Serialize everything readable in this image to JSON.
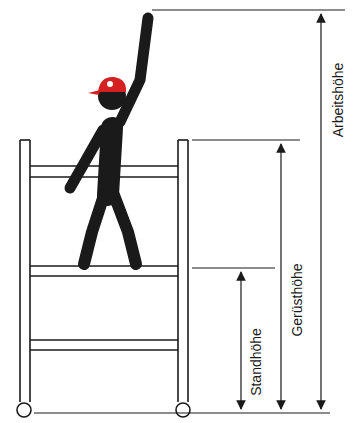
{
  "diagram": {
    "labels": [
      "Standhöhe",
      "Gerüsthöhe",
      "Arbeitshöhe"
    ]
  }
}
